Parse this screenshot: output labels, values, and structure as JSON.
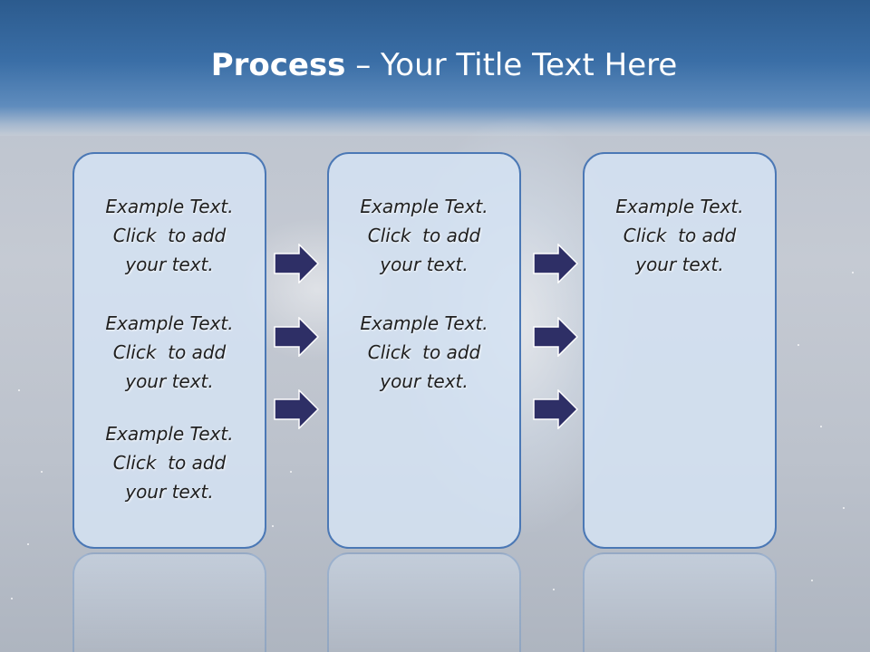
{
  "slide": {
    "title_bold": "Process",
    "title_rest": " – Your Title Text Here"
  },
  "columns": [
    {
      "blocks": [
        "Example Text.\nClick  to add\nyour text.",
        "Example Text.\nClick  to add\nyour text.",
        "Example Text.\nClick  to add\nyour text."
      ]
    },
    {
      "blocks": [
        "Example Text.\nClick  to add\nyour text.",
        "Example Text.\nClick  to add\nyour text."
      ]
    },
    {
      "blocks": [
        "Example Text.\nClick  to add\nyour text."
      ]
    }
  ],
  "icons": {
    "arrow": "arrow-right-icon"
  },
  "colors": {
    "header_blue": "#2c5b8e",
    "card_border": "#4b78b5",
    "card_fill": "#d4e2f2",
    "arrow_fill": "#2e2f66"
  }
}
